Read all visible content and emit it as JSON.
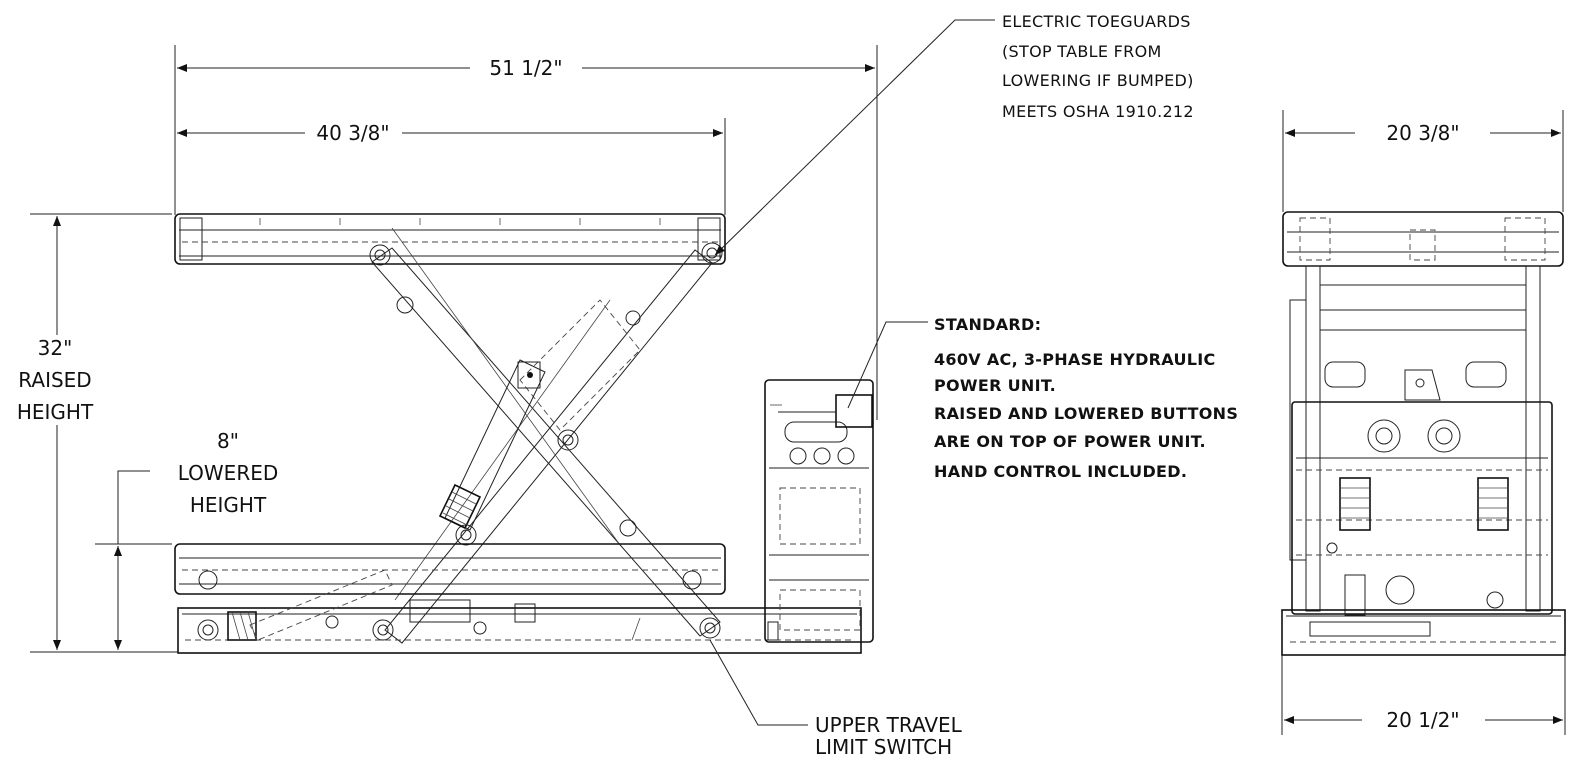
{
  "dimensions": {
    "overall_length": "51 1/2\"",
    "platform_length": "40 3/8\"",
    "raised_height_value": "32\"",
    "raised_height_line1": "RAISED",
    "raised_height_line2": "HEIGHT",
    "lowered_height_value": "8\"",
    "lowered_height_line1": "LOWERED",
    "lowered_height_line2": "HEIGHT",
    "end_top_width": "20 3/8\"",
    "end_base_width": "20 1/2\""
  },
  "callouts": {
    "toeguards": [
      "ELECTRIC TOEGUARDS",
      "(STOP TABLE FROM",
      "LOWERING IF BUMPED)",
      "MEETS OSHA 1910.212"
    ],
    "standard": [
      "STANDARD:",
      "460V AC, 3-PHASE HYDRAULIC",
      "POWER UNIT.",
      "RAISED AND LOWERED BUTTONS",
      "ARE ON TOP OF POWER UNIT.",
      "HAND CONTROL INCLUDED."
    ],
    "limit_switch": [
      "UPPER TRAVEL",
      "LIMIT SWITCH"
    ]
  }
}
